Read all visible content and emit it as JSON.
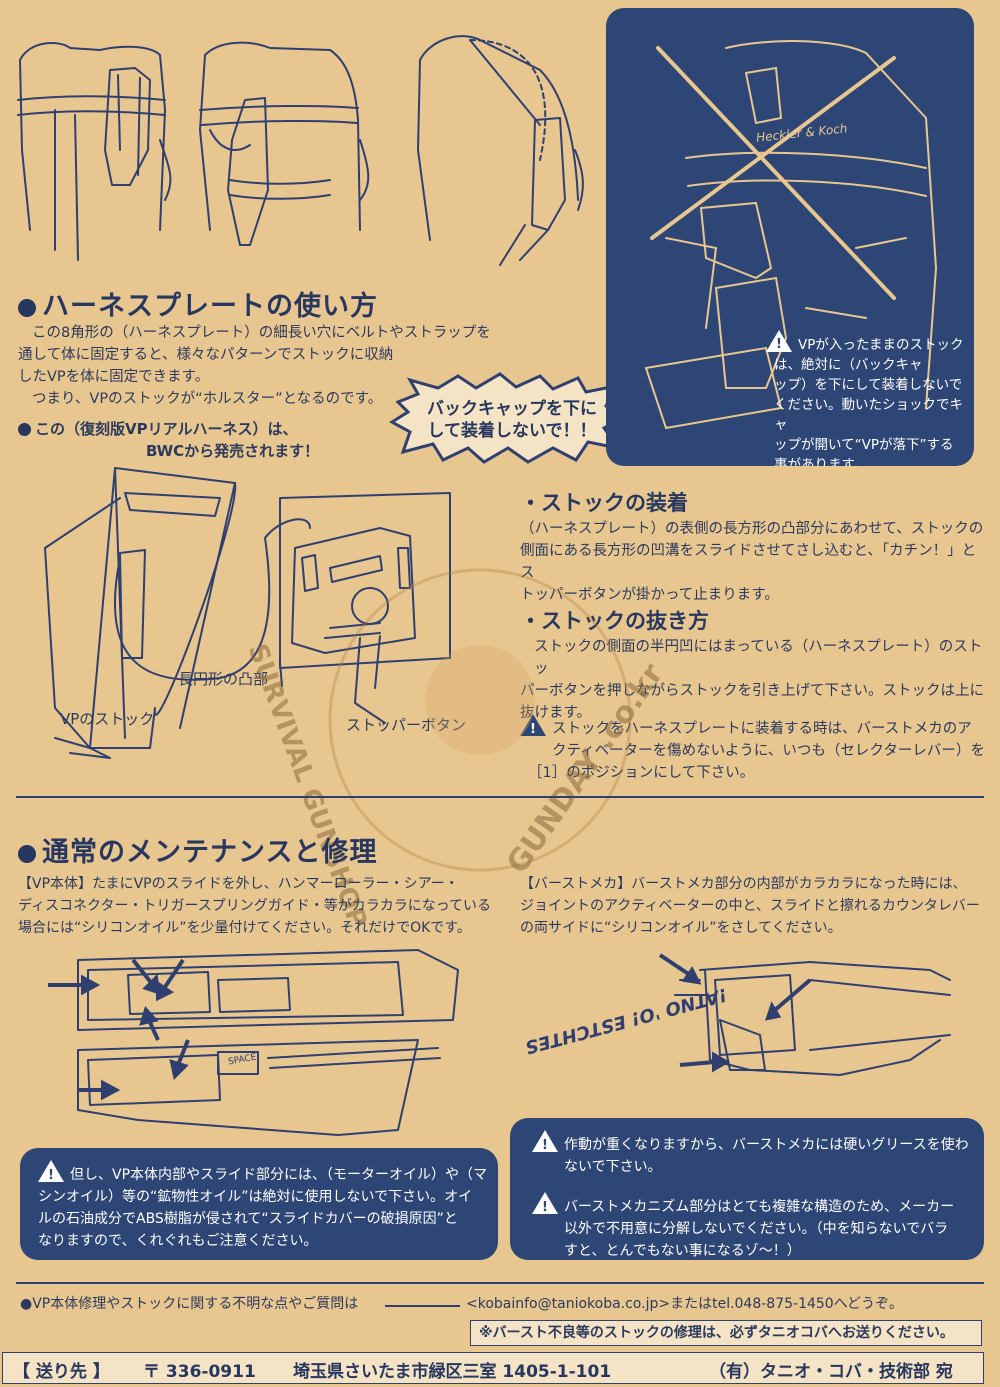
{
  "harness": {
    "heading": "ハーネスプレートの使い方",
    "para": [
      "この8角形の（ハーネスプレート）の細長い穴にベルトやストラップを",
      "通して体に固定すると、様々なパターンでストックに収納",
      "したVPを体に固定できます。",
      "つまり、VPのストックが“ホルスター”となるのです。"
    ],
    "release_line1": "この（復刻版VPリアルハーネス）は、",
    "release_line2": "BWCから発売されます！",
    "bubble": [
      "バックキャップを下に",
      "して装着しないで！！"
    ],
    "labels": {
      "boss": "長円形の凸部",
      "stock": "VPのストック",
      "stopper": "ストッパーボタン"
    }
  },
  "warning_panel": {
    "lines": [
      "VPが入ったままのストック",
      "は、絶対に（バックキャ",
      "ップ）を下にして装着しないで",
      "ください。動いたショックでキャ",
      "ップが開いて“VPが落下”する",
      "事があります。"
    ],
    "sticker_text": "Heckler & Koch"
  },
  "stock_attach": {
    "title": "・ストックの装着",
    "lines": [
      "（ハーネスプレート）の表側の長方形の凸部分にあわせて、ストックの",
      "側面にある長方形の凹溝をスライドさせてさし込むと、「カチン！」とス",
      "トッパーボタンが掛かって止まります。"
    ]
  },
  "stock_remove": {
    "title": "・ストックの抜き方",
    "lines": [
      "ストックの側面の半円凹にはまっている（ハーネスプレート）のストッ",
      "パーボタンを押しながらストックを引き上げて下さい。ストックは上に",
      "抜けます。"
    ],
    "caution": [
      "ストックをハーネスプレートに装着する時は、バーストメカのア",
      "クティベーターを傷めないように、いつも（セレクターレバー）を",
      "［1］のポジションにして下さい。"
    ]
  },
  "maintenance": {
    "heading": "通常のメンテナンスと修理",
    "vp_body": [
      "【VP本体】たまにVPのスライドを外し、ハンマーローラー・シアー・",
      "ディスコネクター・トリガースプリングガイド・等がカラカラになっている",
      "場合には“シリコンオイル”を少量付けてください。それだけでOKです。"
    ],
    "burst": [
      "【バーストメカ】バーストメカ部分の内部がカラカラになった時には、",
      "ジョイントのアクティベーターの中と、スライドと擦れるカウンタレバー",
      "の両サイドに“シリコンオイル”をさしてください。"
    ],
    "slide_label": "SPACE",
    "burst_graffiti": "!ATNO 'O! ESTCHTES",
    "left_warning": [
      "但し、VP本体内部やスライド部分には、（モーターオイル）や（マ",
      "シンオイル）等の“鉱物性オイル”は絶対に使用しないで下さい。オイ",
      "ルの石油成分でABS樹脂が侵されて“スライドカバーの破損原因”と",
      "なりますので、くれぐれもご注意ください。"
    ],
    "right_warning1": [
      "作動が重くなりますから、バーストメカには硬いグリースを使わ",
      "ないで下さい。"
    ],
    "right_warning2": [
      "バーストメカニズム部分はとても複雑な構造のため、メーカー",
      "以外で不用意に分解しないでください。（中を知らないでバラ",
      "すと、とんでもない事になるゾ～！）"
    ]
  },
  "watermark": {
    "left": "SURVIVAL GUNSHOP",
    "right": "GUNDAY .co.kr"
  },
  "footer": {
    "question": "●VP本体修理やストックに関する不明な点やご質問は",
    "contact": "<kobainfo@taniokoba.co.jp>またはtel.048-875-1450へどうぞ。",
    "note": "※バースト不良等のストックの修理は、必ずタニオコバへお送りください。",
    "send_label": "【 送り先 】",
    "postal": "〒 336-0911",
    "address": "埼玉県さいたま市緑区三室 1405-1-101",
    "company": "（有）タニオ・コバ・技術部 宛"
  }
}
